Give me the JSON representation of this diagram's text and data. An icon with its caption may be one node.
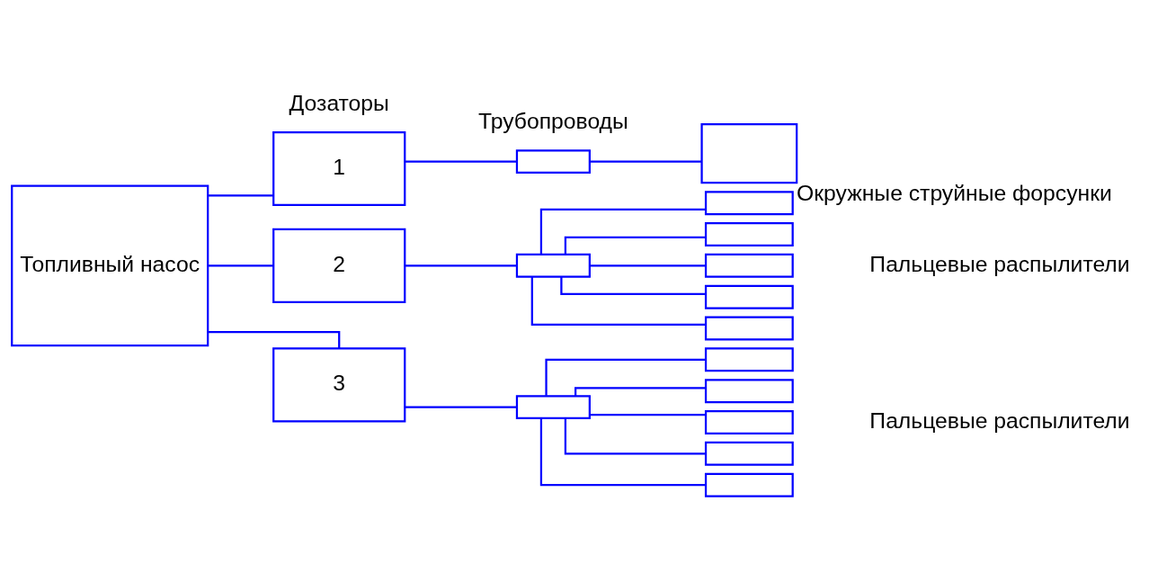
{
  "diagram": {
    "nodes": [
      {
        "text": [
          "Топливный насос"
        ]
      },
      {
        "text": [
          "1"
        ]
      },
      {
        "text": [
          "2"
        ]
      },
      {
        "text": [
          "3"
        ]
      },
      {
        "text": [],
        "shape": "box"
      },
      {
        "text": [],
        "shape": "box"
      },
      {
        "text": [],
        "shape": "box"
      },
      {
        "text": [],
        "shape": "box",
        "beside": [
          "Окружные струйные форсунки"
        ]
      },
      {
        "text": [],
        "shape": "box"
      },
      {
        "text": [],
        "shape": "box"
      },
      {
        "text": [],
        "shape": "box"
      },
      {
        "text": [],
        "shape": "box"
      },
      {
        "text": [],
        "shape": "box"
      },
      {
        "text": [],
        "shape": "box"
      },
      {
        "text": [],
        "shape": "box"
      },
      {
        "text": [],
        "shape": "box"
      },
      {
        "text": [],
        "shape": "box"
      },
      {
        "text": [],
        "shape": "box"
      }
    ],
    "edges": [
      {
        "from": 0,
        "to": 1,
        "arrow": "none"
      },
      {
        "from": 0,
        "to": 2,
        "arrow": "none"
      },
      {
        "from": 0,
        "to": 3,
        "arrow": "none"
      },
      {
        "from": 1,
        "to": 4,
        "arrow": "none"
      },
      {
        "from": 4,
        "to": 7,
        "arrow": "none"
      },
      {
        "from": 2,
        "to": 5,
        "arrow": "none"
      },
      {
        "from": 5,
        "to": 8,
        "arrow": "none"
      },
      {
        "from": 5,
        "to": 9,
        "arrow": "none"
      },
      {
        "from": 5,
        "to": 10,
        "arrow": "none"
      },
      {
        "from": 5,
        "to": 11,
        "arrow": "none"
      },
      {
        "from": 5,
        "to": 12,
        "arrow": "none"
      },
      {
        "from": 3,
        "to": 6,
        "arrow": "none"
      },
      {
        "from": 6,
        "to": 13,
        "arrow": "none"
      },
      {
        "from": 6,
        "to": 14,
        "arrow": "none"
      },
      {
        "from": 6,
        "to": 15,
        "arrow": "none"
      },
      {
        "from": 6,
        "to": 16,
        "arrow": "none"
      },
      {
        "from": 6,
        "to": 17,
        "arrow": "none"
      }
    ],
    "labels": [
      "Дозаторы",
      "Трубопроводы",
      "Пальцевые распылители",
      "Пальцевые распылители"
    ]
  }
}
